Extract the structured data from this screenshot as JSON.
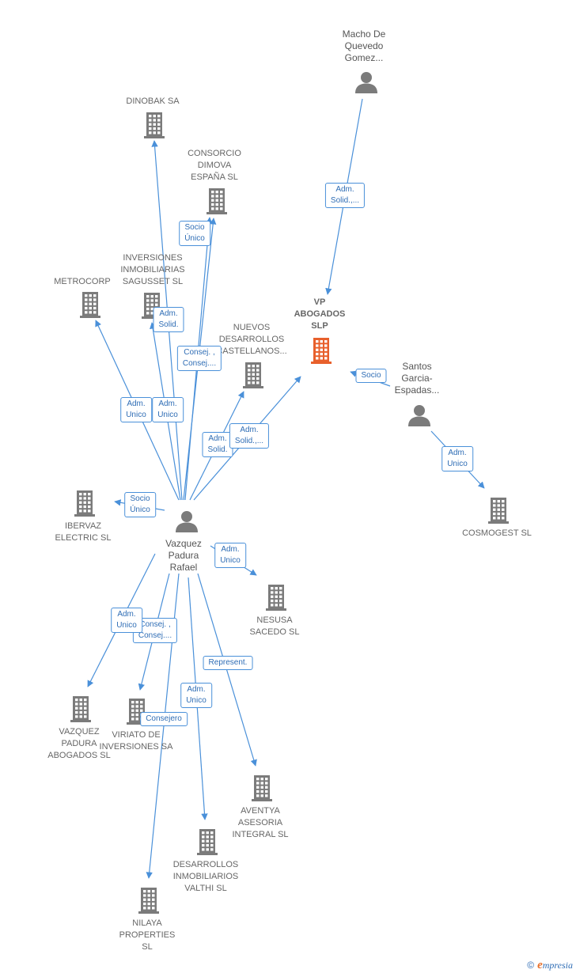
{
  "colors": {
    "edge": "#4a90d9",
    "company": "#7b7b7b",
    "focus": "#e8602c",
    "person": "#7b7b7b"
  },
  "nodes": [
    {
      "id": "macho",
      "kind": "person",
      "label": "Macho De\nQuevedo\nGomez..."
    },
    {
      "id": "dinobak",
      "kind": "company",
      "label": "DINOBAK SA"
    },
    {
      "id": "consorcio",
      "kind": "company",
      "label": "CONSORCIO\nDIMOVA\nESPAÑA SL"
    },
    {
      "id": "inversiones",
      "kind": "company",
      "label": "INVERSIONES\nINMOBILIARIAS\nSAGUSSET SL"
    },
    {
      "id": "metrocorp",
      "kind": "company",
      "label": "METROCORP"
    },
    {
      "id": "vp",
      "kind": "focus",
      "label": "VP\nABOGADOS\nSLP"
    },
    {
      "id": "nuevos",
      "kind": "company",
      "label": "NUEVOS\nDESARROLLOS\nCASTELLANOS..."
    },
    {
      "id": "santos",
      "kind": "person",
      "label": "Santos\nGarcia-\nEspadas..."
    },
    {
      "id": "ibervaz",
      "kind": "company",
      "label": "IBERVAZ\nELECTRIC SL"
    },
    {
      "id": "vazquez",
      "kind": "person",
      "label": "Vazquez\nPadura\nRafael"
    },
    {
      "id": "cosmogest",
      "kind": "company",
      "label": "COSMOGEST SL"
    },
    {
      "id": "nesusa",
      "kind": "company",
      "label": "NESUSA\nSACEDO SL"
    },
    {
      "id": "vazquezpadura",
      "kind": "company",
      "label": "VAZQUEZ\nPADURA\nABOGADOS SL"
    },
    {
      "id": "viriato",
      "kind": "company",
      "label": "VIRIATO DE\nINVERSIONES SA"
    },
    {
      "id": "aventya",
      "kind": "company",
      "label": "AVENTYA\nASESORIA\nINTEGRAL SL"
    },
    {
      "id": "desarrollos",
      "kind": "company",
      "label": "DESARROLLOS\nINMOBILIARIOS\nVALTHI SL"
    },
    {
      "id": "nilaya",
      "kind": "company",
      "label": "NILAYA\nPROPERTIES\nSL"
    }
  ],
  "edges": [
    {
      "from": "macho",
      "to": "vp",
      "label": "Adm.\nSolid.,..."
    },
    {
      "from": "santos",
      "to": "vp",
      "label": "Socio"
    },
    {
      "from": "santos",
      "to": "cosmogest",
      "label": "Adm.\nUnico"
    },
    {
      "from": "vazquez",
      "to": "dinobak",
      "label": "Adm.\nUnico"
    },
    {
      "from": "vazquez",
      "to": "consorcio",
      "label": "Socio\nÚnico"
    },
    {
      "from": "vazquez",
      "to": "inversiones",
      "label": "Adm.\nSolid."
    },
    {
      "from": "vazquez",
      "to": "metrocorp",
      "label": "Adm.\nUnico"
    },
    {
      "from": "vazquez",
      "to": "consorcio",
      "label": "Consej. ,\nConsej...."
    },
    {
      "from": "vazquez",
      "to": "nuevos",
      "label": "Adm.\nSolid."
    },
    {
      "from": "vazquez",
      "to": "vp",
      "label": "Adm.\nSolid.,..."
    },
    {
      "from": "vazquez",
      "to": "ibervaz",
      "label": "Socio\nÚnico"
    },
    {
      "from": "vazquez",
      "to": "nesusa",
      "label": "Adm.\nUnico"
    },
    {
      "from": "vazquez",
      "to": "viriato",
      "label": "Consej. ,\nConsej...."
    },
    {
      "from": "vazquez",
      "to": "vazquezpadura",
      "label": "Adm.\nUnico"
    },
    {
      "from": "vazquez",
      "to": "aventya",
      "label": "Represent."
    },
    {
      "from": "vazquez",
      "to": "desarrollos",
      "label": "Adm.\nUnico"
    },
    {
      "from": "vazquez",
      "to": "nilaya",
      "label": "Consejero"
    }
  ],
  "footer": {
    "copyright": "©",
    "brand_initial": "e",
    "brand_rest": "mpresia"
  }
}
